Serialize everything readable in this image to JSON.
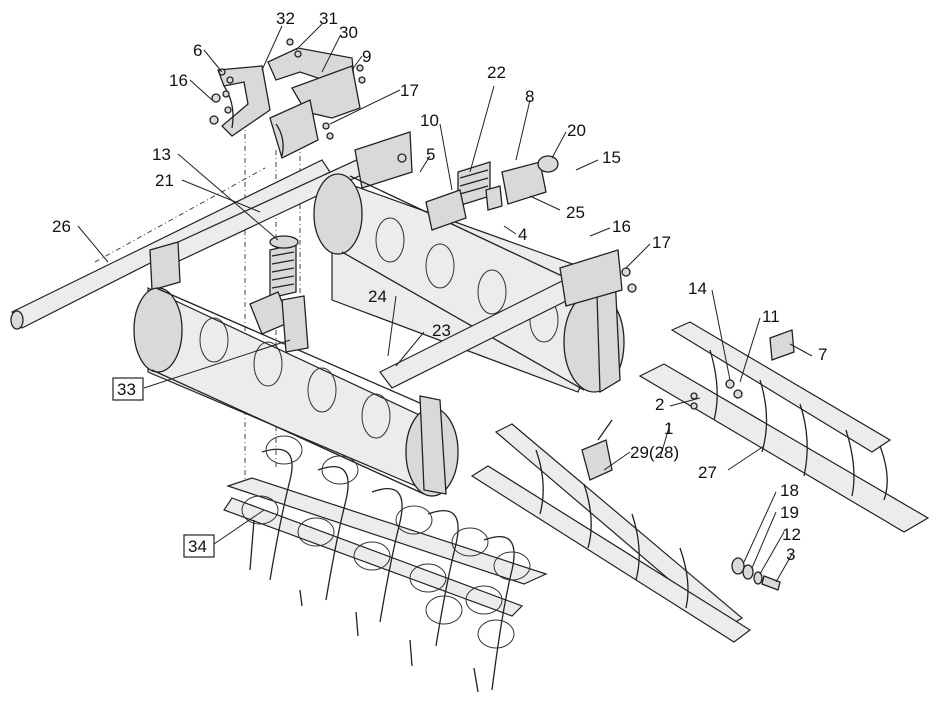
{
  "diagram": {
    "labels": [
      {
        "id": "l32",
        "text": "32"
      },
      {
        "id": "l31",
        "text": "31"
      },
      {
        "id": "l30",
        "text": "30"
      },
      {
        "id": "l6",
        "text": "6"
      },
      {
        "id": "l9",
        "text": "9"
      },
      {
        "id": "l16a",
        "text": "16"
      },
      {
        "id": "l17a",
        "text": "17"
      },
      {
        "id": "l22",
        "text": "22"
      },
      {
        "id": "l8",
        "text": "8"
      },
      {
        "id": "l10",
        "text": "10"
      },
      {
        "id": "l20",
        "text": "20"
      },
      {
        "id": "l13",
        "text": "13"
      },
      {
        "id": "l5",
        "text": "5"
      },
      {
        "id": "l15",
        "text": "15"
      },
      {
        "id": "l21",
        "text": "21"
      },
      {
        "id": "l25",
        "text": "25"
      },
      {
        "id": "l26",
        "text": "26"
      },
      {
        "id": "l4",
        "text": "4"
      },
      {
        "id": "l16b",
        "text": "16"
      },
      {
        "id": "l17b",
        "text": "17"
      },
      {
        "id": "l14",
        "text": "14"
      },
      {
        "id": "l24",
        "text": "24"
      },
      {
        "id": "l11",
        "text": "11"
      },
      {
        "id": "l23",
        "text": "23"
      },
      {
        "id": "l7",
        "text": "7"
      },
      {
        "id": "l33",
        "text": "33",
        "boxed": true
      },
      {
        "id": "l2",
        "text": "2"
      },
      {
        "id": "l1",
        "text": "1"
      },
      {
        "id": "l29",
        "text": "29(28)"
      },
      {
        "id": "l27",
        "text": "27"
      },
      {
        "id": "l18",
        "text": "18"
      },
      {
        "id": "l19",
        "text": "19"
      },
      {
        "id": "l12",
        "text": "12"
      },
      {
        "id": "l34",
        "text": "34",
        "boxed": true
      },
      {
        "id": "l3",
        "text": "3"
      }
    ]
  }
}
